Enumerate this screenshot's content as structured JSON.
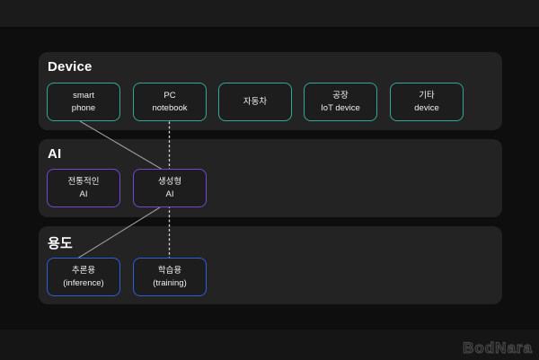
{
  "page": {
    "background": "#0e0e0e",
    "top_band_color": "#1b1b1b",
    "bottom_band_color": "#151515",
    "panel_color": "#232323",
    "node_fill": "#1d1d1d"
  },
  "watermark": {
    "text": "BodNara"
  },
  "line_colors": {
    "solid": "#9b9b9b",
    "dotted": "#d2d2d2"
  },
  "sections": [
    {
      "id": "device",
      "title": "Device",
      "accent": "#35a79a",
      "boxes": [
        {
          "line1": "smart",
          "line2": "phone"
        },
        {
          "line1": "PC",
          "line2": "notebook"
        },
        {
          "line1": "자동차",
          "line2": ""
        },
        {
          "line1": "공장",
          "line2": "IoT device"
        },
        {
          "line1": "기타",
          "line2": "device"
        }
      ]
    },
    {
      "id": "ai",
      "title": "AI",
      "accent": "#7447cf",
      "boxes": [
        {
          "line1": "전통적인",
          "line2": "AI"
        },
        {
          "line1": "생성형",
          "line2": "AI"
        }
      ]
    },
    {
      "id": "usage",
      "title": "용도",
      "accent": "#2e5fd9",
      "boxes": [
        {
          "line1": "추론용",
          "line2": "(inference)"
        },
        {
          "line1": "학습용",
          "line2": "(training)"
        }
      ]
    }
  ],
  "connections": [
    {
      "from": "smart phone",
      "to": "생성형 AI",
      "style": "solid"
    },
    {
      "from": "생성형 AI",
      "to": "추론용 (inference)",
      "style": "solid"
    },
    {
      "from": "PC notebook",
      "to": "생성형 AI",
      "style": "dotted"
    },
    {
      "from": "생성형 AI",
      "to": "학습용 (training)",
      "style": "dotted"
    }
  ]
}
